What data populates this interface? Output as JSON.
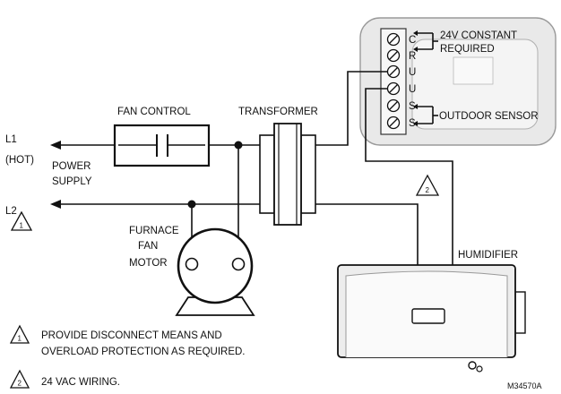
{
  "labels": {
    "fan_control": "FAN CONTROL",
    "transformer": "TRANSFORMER",
    "l1": "L1",
    "hot": "(HOT)",
    "power": "POWER",
    "supply": "SUPPLY",
    "l2": "L2",
    "furnace": "FURNACE",
    "fan": "FAN",
    "motor": "MOTOR",
    "humidifier": "HUMIDIFIER",
    "constant_line1": "24V CONSTANT",
    "constant_line2": "REQUIRED",
    "outdoor_sensor": "OUTDOOR SENSOR",
    "part_number": "M34570A"
  },
  "terminals": [
    "C",
    "R",
    "U",
    "U",
    "S",
    "S"
  ],
  "warnings": {
    "marker_1": "1",
    "marker_2": "2",
    "note_1_line1": "PROVIDE DISCONNECT MEANS AND",
    "note_1_line2": "OVERLOAD PROTECTION AS REQUIRED.",
    "note_2": "24 VAC WIRING."
  }
}
